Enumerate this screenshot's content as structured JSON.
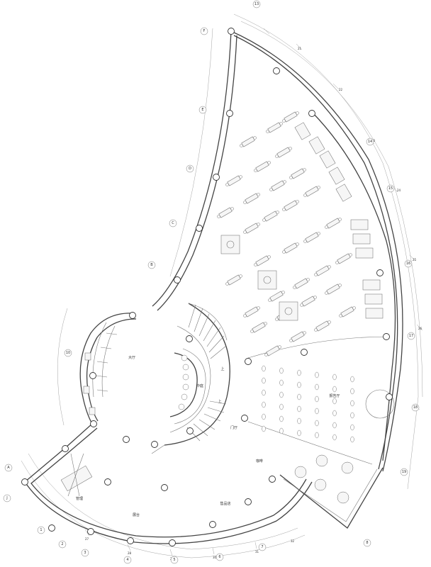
{
  "drawing": {
    "axes_left": [
      "F",
      "E",
      "D",
      "C",
      "B",
      "A",
      "J"
    ],
    "axes_bottom": [
      "1",
      "2",
      "3",
      "4",
      "5",
      "6",
      "7",
      "8"
    ],
    "axes_right": [
      "13",
      "14",
      "15",
      "16",
      "17",
      "18",
      "19",
      "10"
    ],
    "dim_left": [
      "21",
      "22",
      "23",
      "24",
      "25",
      "26"
    ],
    "dim_bottom": [
      "27",
      "28",
      "29",
      "30",
      "31",
      "32"
    ],
    "room_labels": {
      "hall": "大厅",
      "center": "中庭",
      "cafe": "咖啡",
      "lecture": "报告厅",
      "stair_up": "上",
      "shop": "售品店",
      "entry": "门厅",
      "stage": "展台",
      "office": "管理"
    }
  }
}
